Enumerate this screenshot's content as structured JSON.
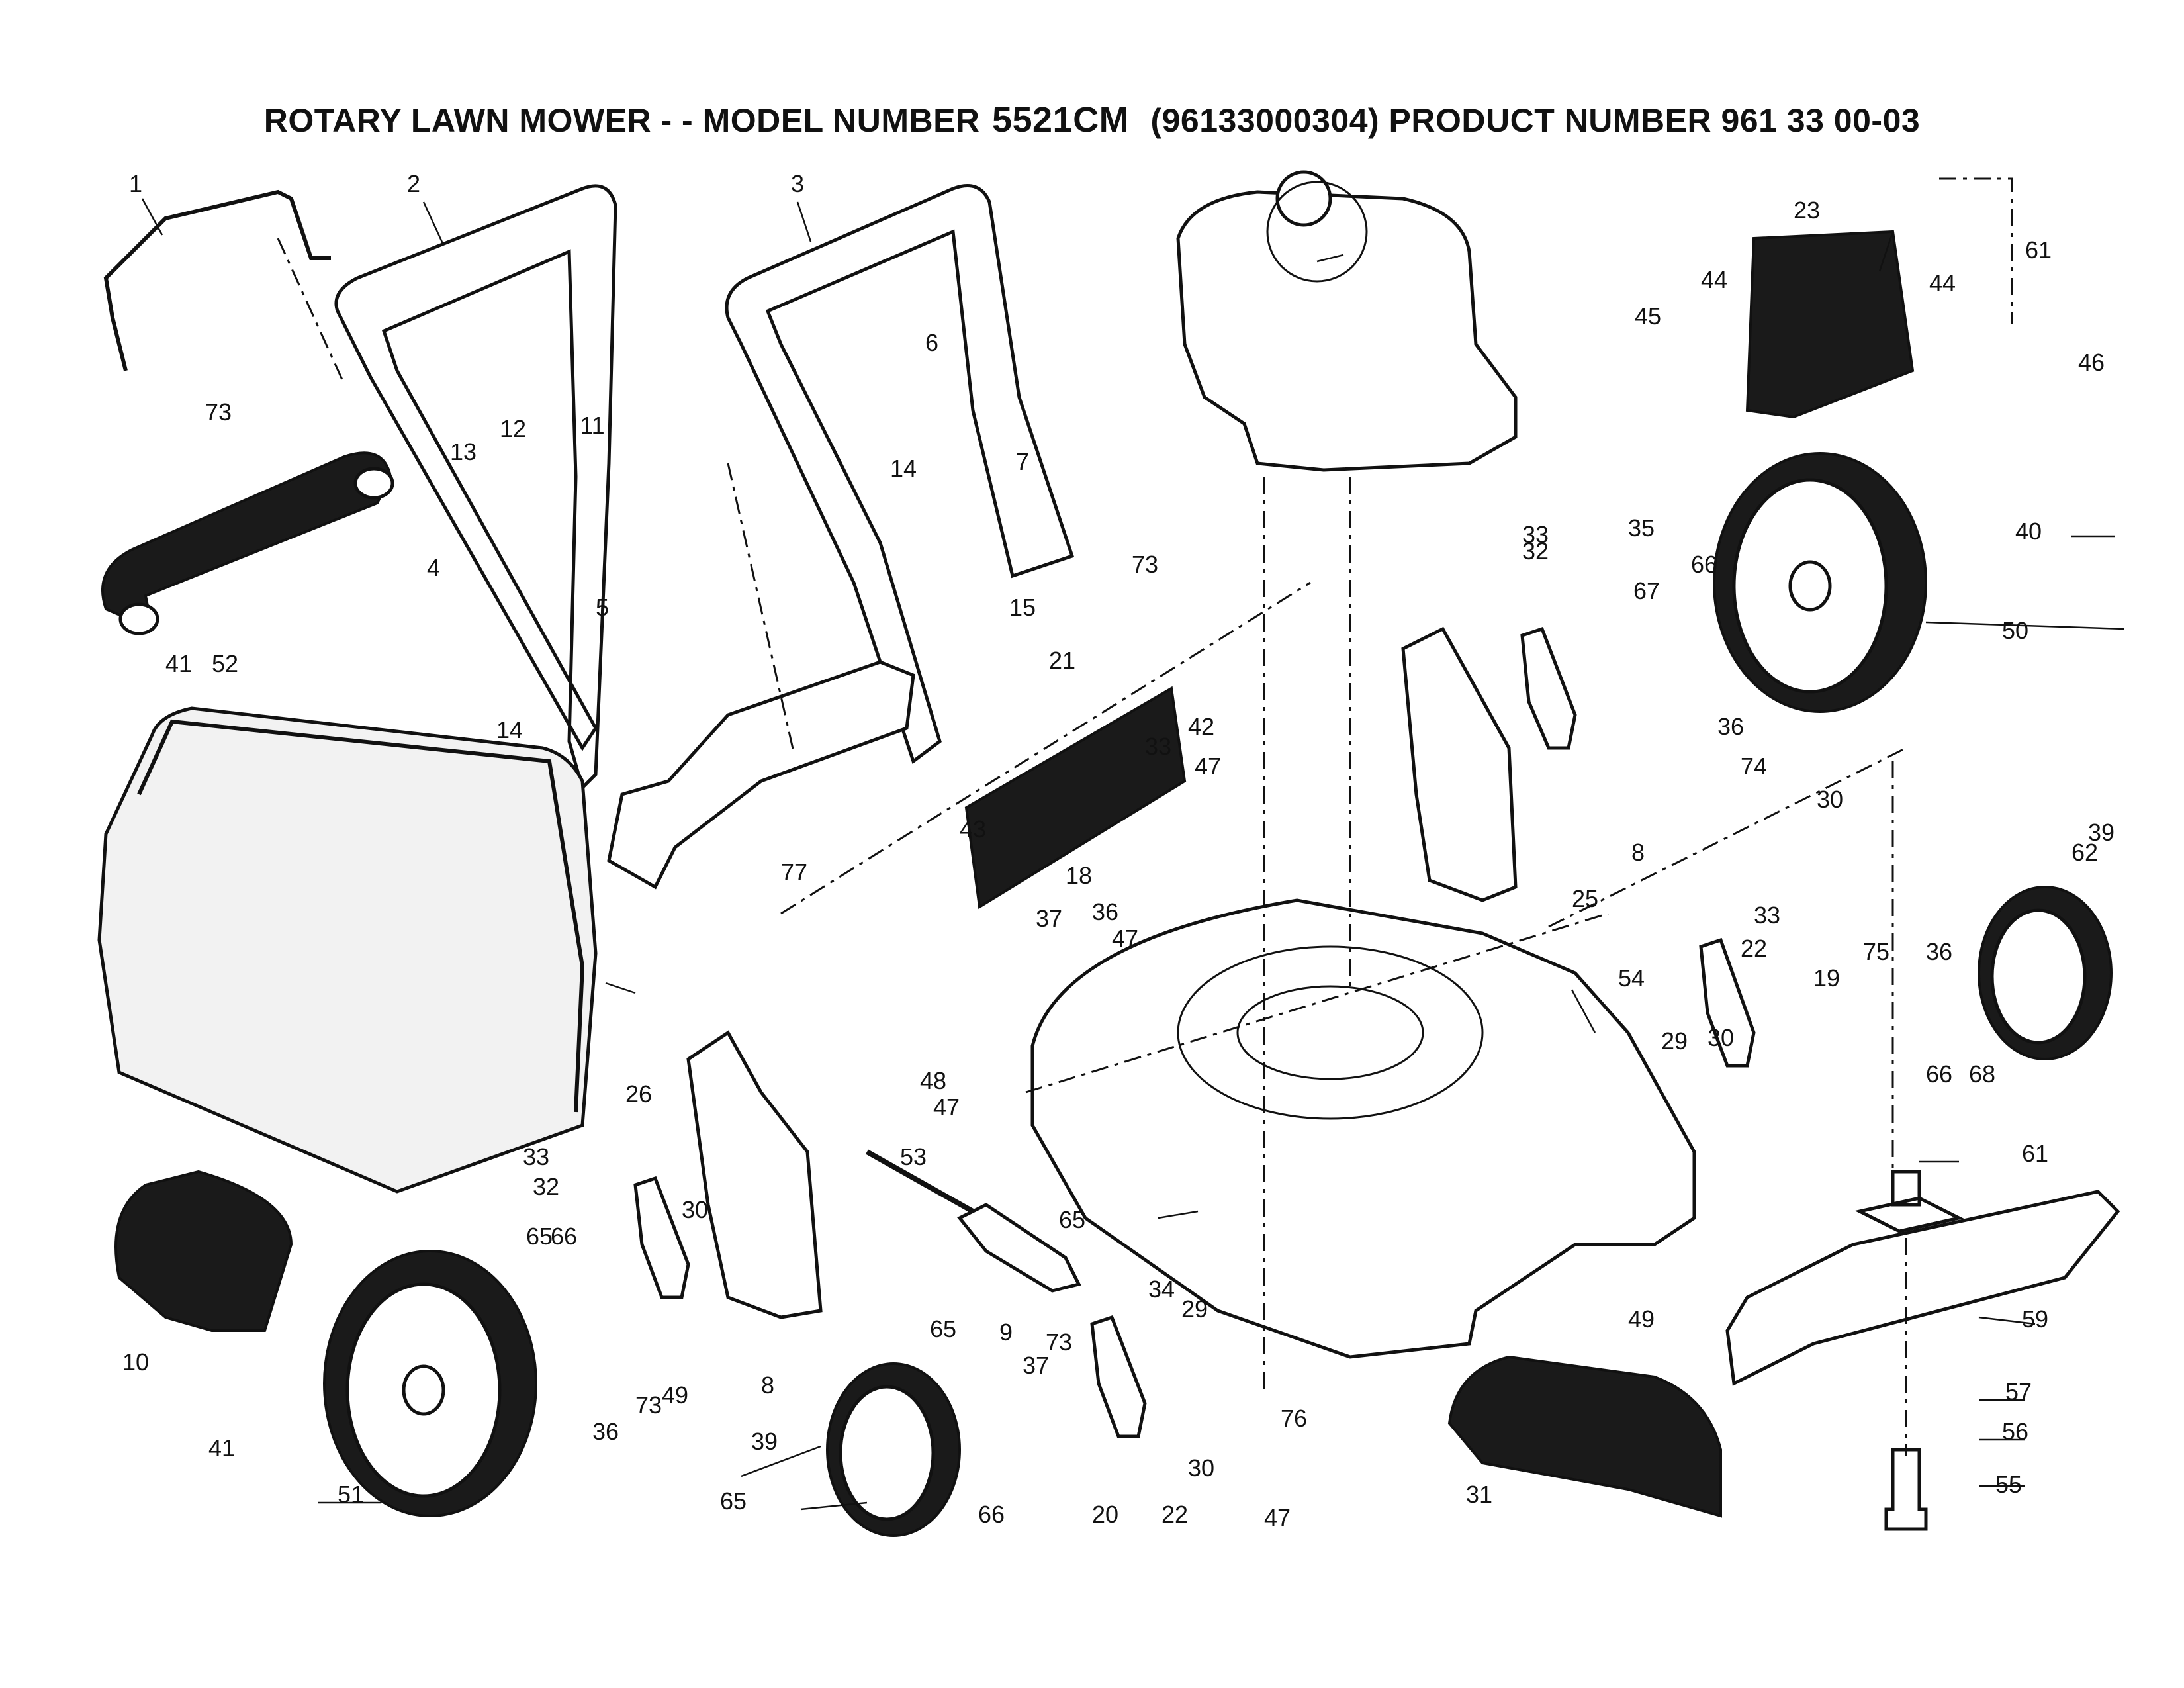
{
  "title": {
    "prefix": "ROTARY LAWN MOWER - - MODEL NUMBER",
    "model": "5521CM",
    "suffix": "(96133000304) PRODUCT NUMBER 961 33 00-03"
  },
  "callouts": [
    "1",
    "2",
    "3",
    "4",
    "5",
    "6",
    "7",
    "8",
    "8",
    "9",
    "10",
    "11",
    "12",
    "13",
    "14",
    "14",
    "15",
    "18",
    "19",
    "20",
    "21",
    "22",
    "22",
    "23",
    "25",
    "26",
    "29",
    "29",
    "30",
    "30",
    "30",
    "30",
    "31",
    "32",
    "32",
    "33",
    "33",
    "33",
    "33",
    "34",
    "35",
    "36",
    "36",
    "36",
    "36",
    "37",
    "37",
    "39",
    "39",
    "40",
    "41",
    "41",
    "42",
    "43",
    "44",
    "44",
    "45",
    "46",
    "47",
    "47",
    "47",
    "47",
    "48",
    "49",
    "49",
    "50",
    "51",
    "52",
    "53",
    "54",
    "55",
    "56",
    "57",
    "59",
    "61",
    "61",
    "62",
    "65",
    "65",
    "65",
    "65",
    "66",
    "66",
    "66",
    "66",
    "67",
    "68",
    "73",
    "73",
    "73",
    "73",
    "74",
    "75",
    "76",
    "77"
  ]
}
